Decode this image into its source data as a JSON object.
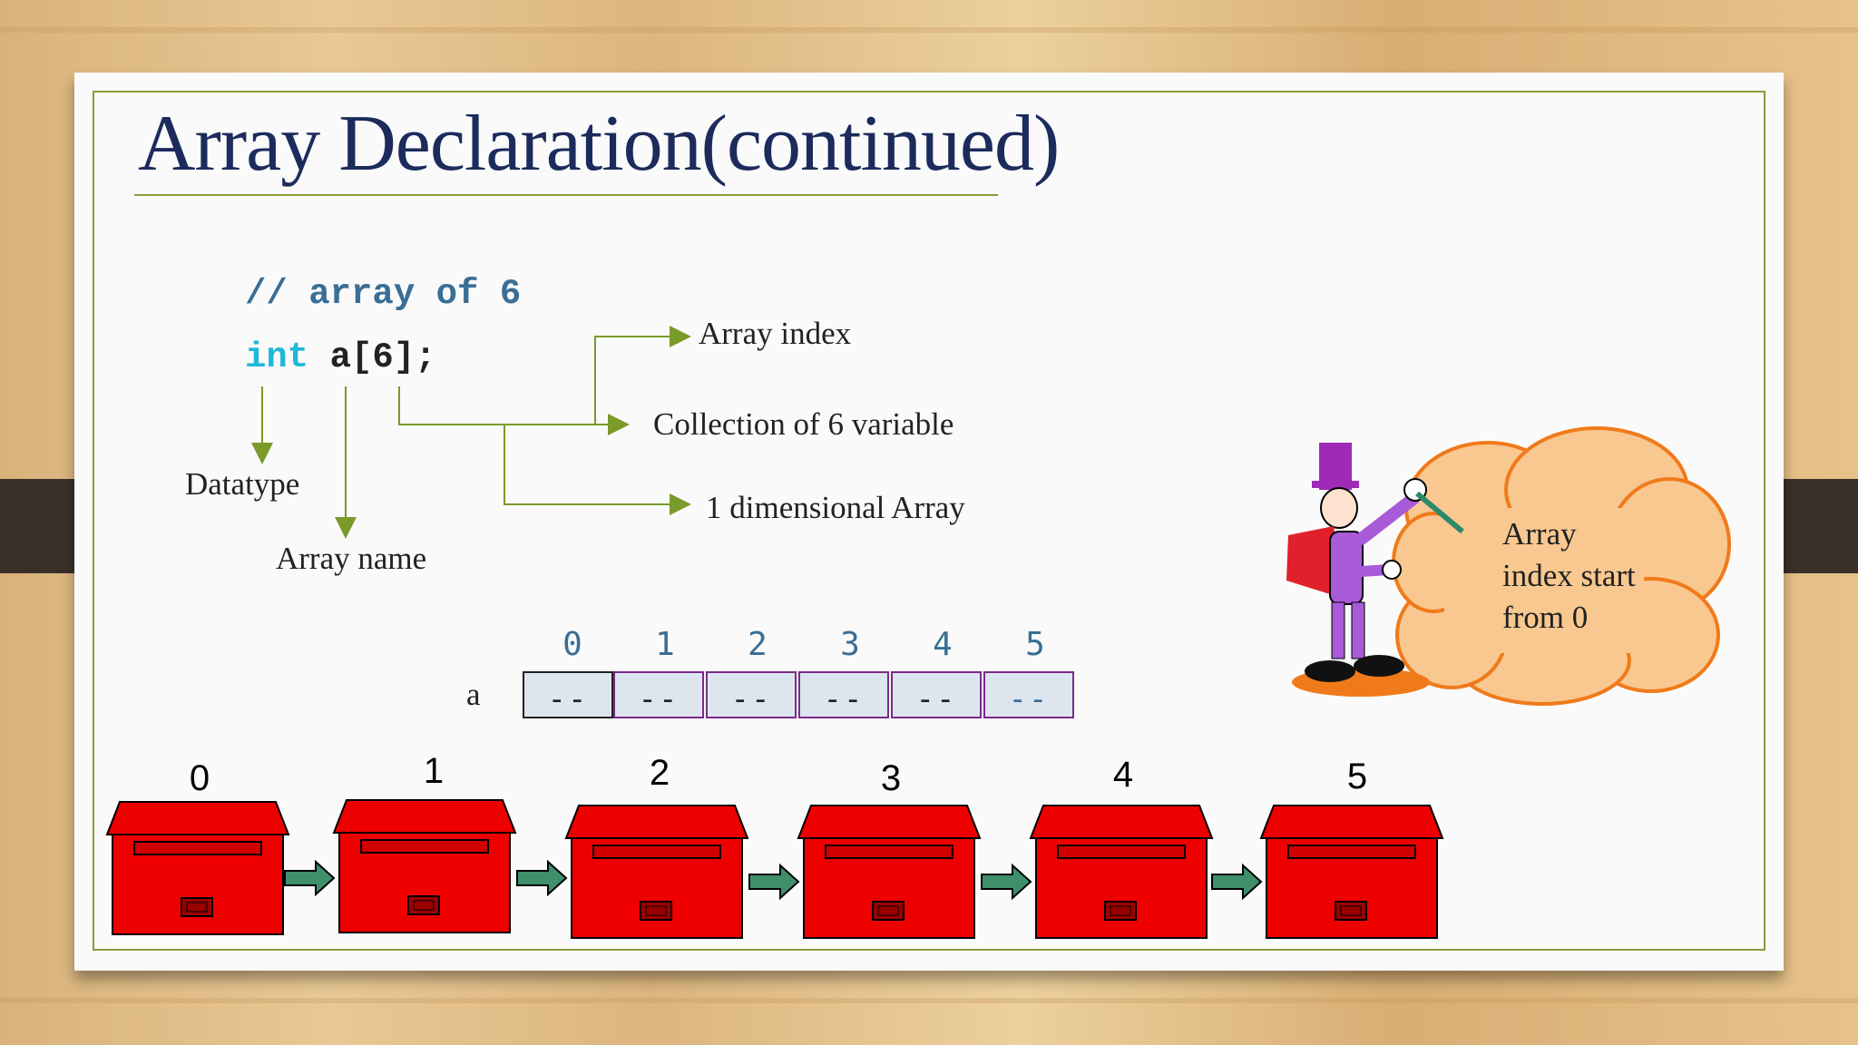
{
  "title": "Array Declaration(continued)",
  "code": {
    "comment": "// array of 6",
    "keyword": "int",
    "rest": " a[6];"
  },
  "labels": {
    "datatype": "Datatype",
    "array_name": "Array name",
    "array_index": "Array index",
    "collection": "Collection of 6 variable",
    "dimensional": "1 dimensional Array"
  },
  "array": {
    "name": "a",
    "indices": [
      "0",
      "1",
      "2",
      "3",
      "4",
      "5"
    ],
    "cells": [
      "--",
      "--",
      "--",
      "--",
      "--",
      "--"
    ]
  },
  "boxes": [
    "0",
    "1",
    "2",
    "3",
    "4",
    "5"
  ],
  "cloud": [
    "Array",
    "index start",
    "from 0"
  ],
  "colors": {
    "title": "#1c2b5c",
    "accent_line": "#8a9a3c",
    "keyword": "#1fb8d8",
    "comment": "#3a6e94",
    "box_red": "#ee0000",
    "arrow_green": "#3f8f6c",
    "cloud_orange": "#f8c890"
  }
}
